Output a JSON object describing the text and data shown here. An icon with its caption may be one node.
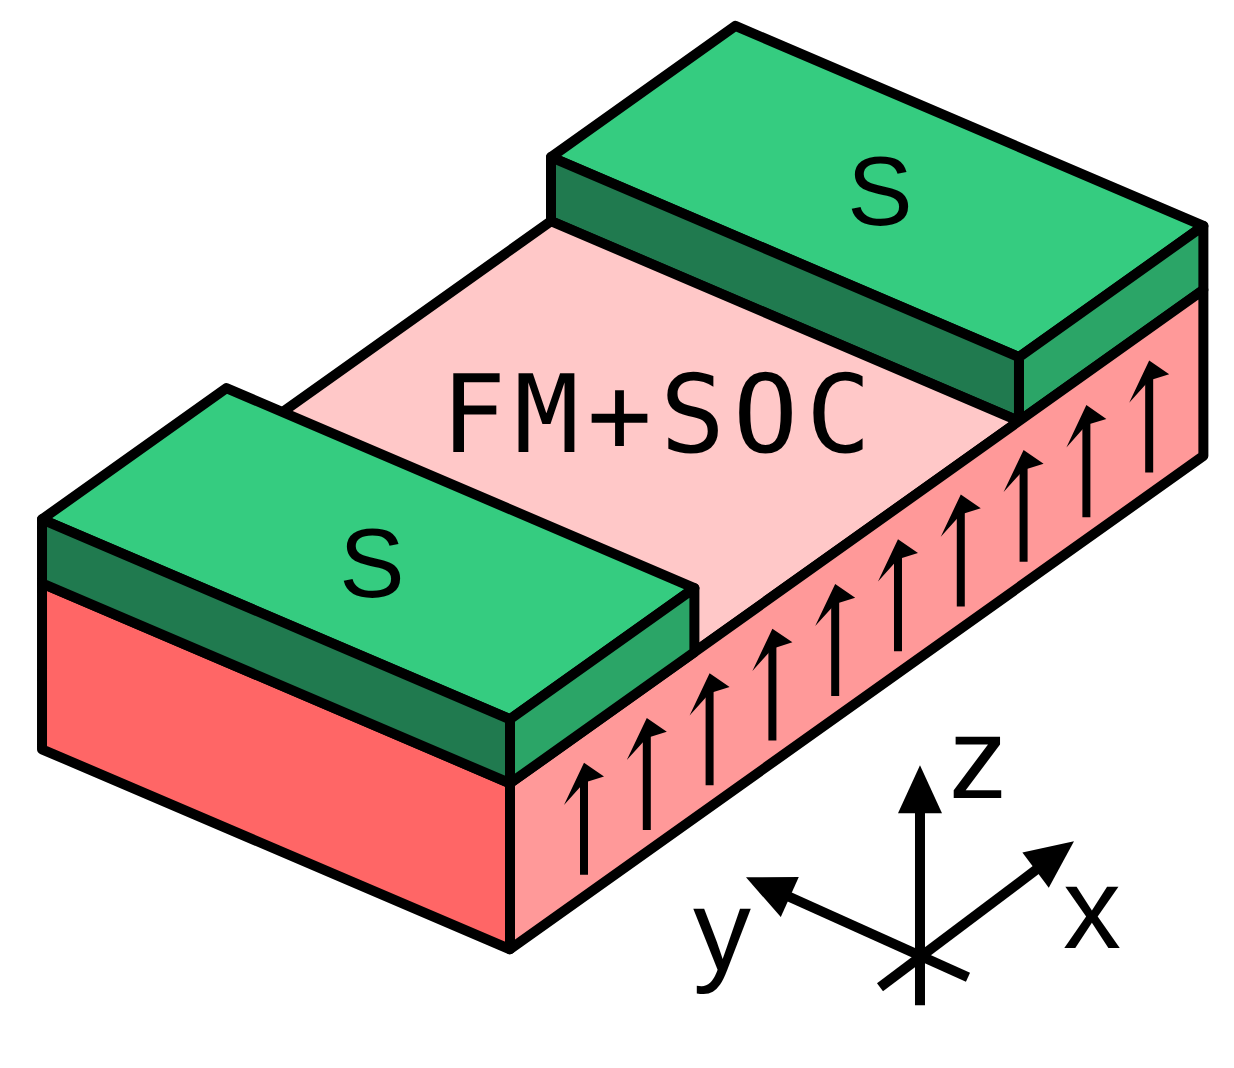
{
  "diagram": {
    "labels": [
      "S",
      "FM+SOC",
      "S",
      "z",
      "y",
      "x"
    ]
  }
}
